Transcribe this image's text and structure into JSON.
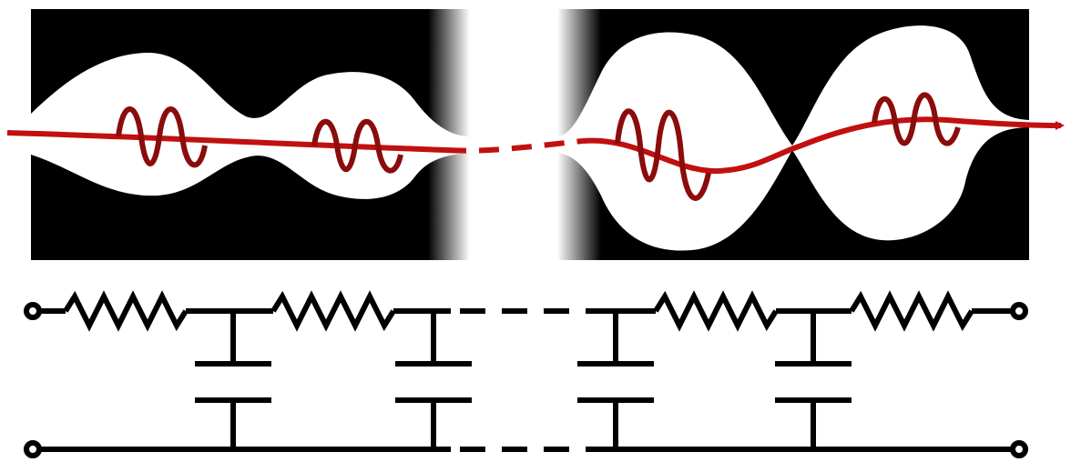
{
  "diagram": {
    "colors": {
      "background": "#ffffff",
      "medium": "#000000",
      "cavity": "#ffffff",
      "pulse": "#c20f0f",
      "pulse_dark": "#8a0c0c",
      "circuit": "#000000"
    },
    "panels": [
      {
        "id": "panel-left",
        "description": ""
      },
      {
        "id": "panel-right",
        "description": ""
      }
    ],
    "circuit": {
      "resistor_count": 4,
      "capacitor_count": 4,
      "gap_style": "dashed"
    }
  }
}
